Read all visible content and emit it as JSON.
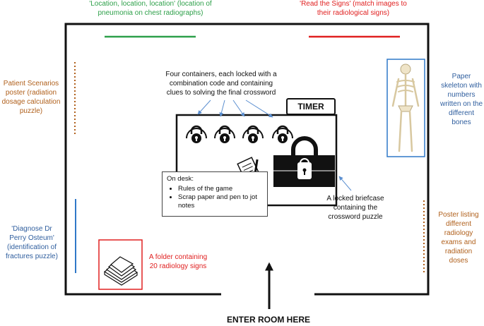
{
  "labels": {
    "top_left_station": "'Location, location, location' (location of pneumonia on chest radiographs)",
    "top_right_station": "'Read the Signs' (match images to their radiological signs)",
    "left_upper_poster": "Patient Scenarios poster (radiation dosage calculation puzzle)",
    "left_lower_poster": "'Diagnose Dr Perry Osteum' (identification of fractures puzzle)",
    "right_upper_skeleton": "Paper skeleton with numbers written on the different bones",
    "right_lower_poster": "Poster listing different radiology exams and radiation doses",
    "containers_note": "Four containers, each locked with a combination code and containing clues to solving the final crossword",
    "timer": "TIMER",
    "briefcase_note": "A locked briefcase containing the crossword puzzle",
    "folder_note": "A folder containing 20 radiology signs",
    "desk_title": "On desk:",
    "desk_items": [
      "Rules of the game",
      "Scrap paper and pen to jot notes"
    ],
    "entrance": "ENTER ROOM HERE"
  },
  "colors": {
    "green": "#2ea04a",
    "red": "#e02020",
    "brown": "#b0601c",
    "blue": "#2f5e9e",
    "arrow_blue": "#5b8fd0",
    "black": "#111111"
  },
  "icons": [
    "padlock-icon",
    "briefcase-icon",
    "notepad-pen-icon",
    "folder-papers-icon",
    "skeleton-icon",
    "enter-arrow-icon"
  ]
}
